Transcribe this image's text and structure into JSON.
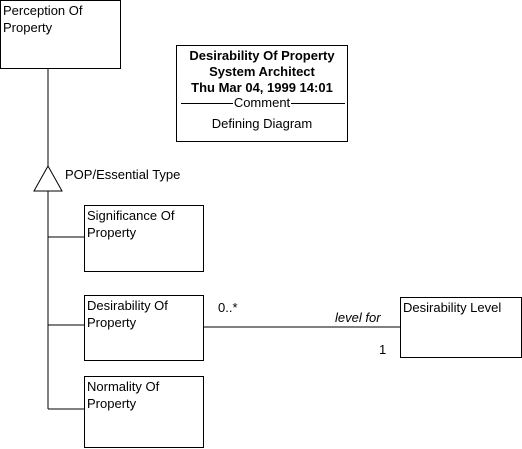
{
  "classes": {
    "perception": "Perception Of\nProperty",
    "significance": "Significance Of\nProperty",
    "desirability": "Desirability Of\nProperty",
    "normality": "Normality Of\nProperty",
    "level": "Desirability Level"
  },
  "generalization": {
    "label": "POP/Essential Type"
  },
  "association": {
    "multiplicity_source": "0..*",
    "role": "level for",
    "multiplicity_target": "1"
  },
  "note": {
    "title": "Desirability Of Property",
    "author": "System Architect",
    "date": "Thu Mar 04, 1999  14:01",
    "comment_label": "Comment",
    "comment": "Defining Diagram"
  }
}
